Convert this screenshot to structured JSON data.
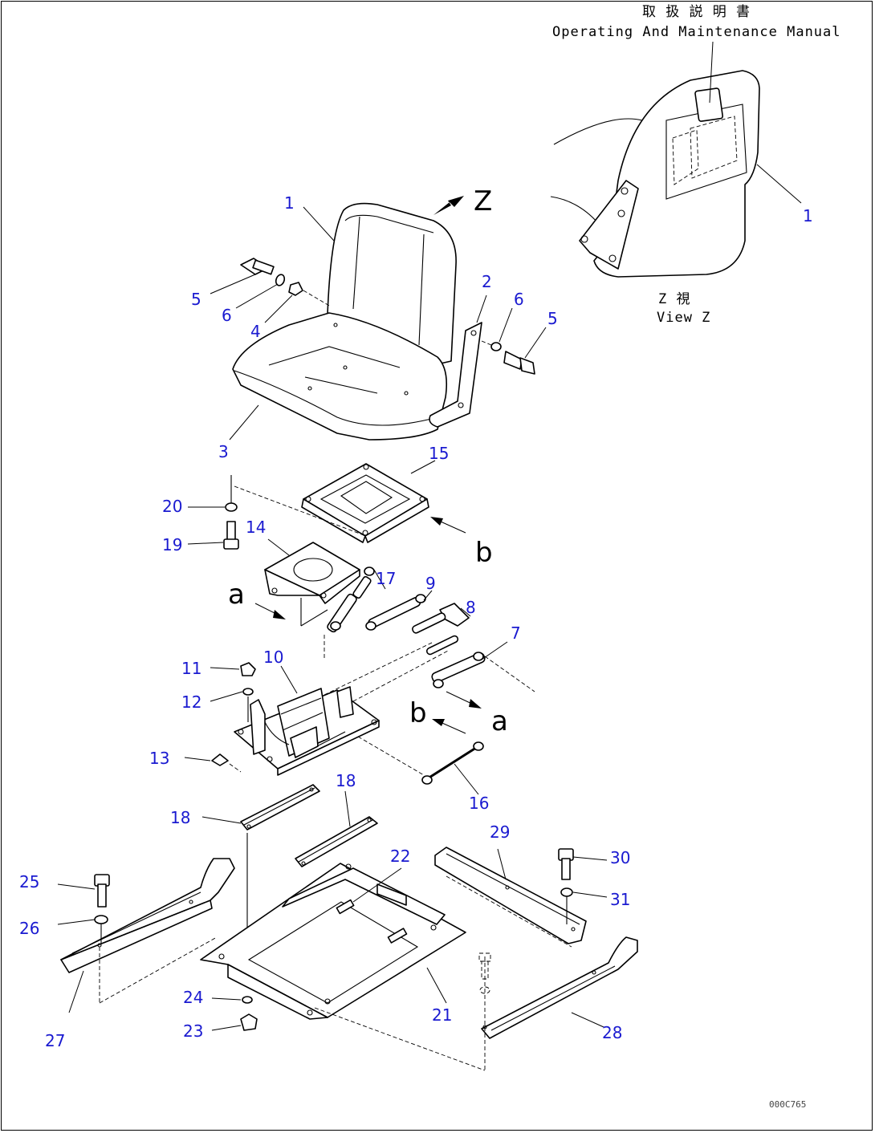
{
  "manual_note": {
    "jp": "取 扱 説 明 書",
    "en": "Operating And Maintenance Manual"
  },
  "view_label": {
    "jp": "Z  視",
    "en": "View Z"
  },
  "letters": {
    "z": "Z",
    "a": "a",
    "b": "b"
  },
  "drawing_code": "000C765",
  "callouts": {
    "c1": "1",
    "c1b": "1",
    "c2": "2",
    "c3": "3",
    "c4": "4",
    "c5": "5",
    "c5b": "5",
    "c6": "6",
    "c6b": "6",
    "c7": "7",
    "c8": "8",
    "c9": "9",
    "c10": "10",
    "c11": "11",
    "c12": "12",
    "c13": "13",
    "c14": "14",
    "c15": "15",
    "c16": "16",
    "c17": "17",
    "c18": "18",
    "c18b": "18",
    "c19": "19",
    "c20": "20",
    "c21": "21",
    "c22": "22",
    "c23": "23",
    "c24": "24",
    "c25": "25",
    "c26": "26",
    "c27": "27",
    "c28": "28",
    "c29": "29",
    "c30": "30",
    "c31": "31"
  },
  "colors": {
    "callout": "#1a1ad0",
    "line": "#000000"
  }
}
